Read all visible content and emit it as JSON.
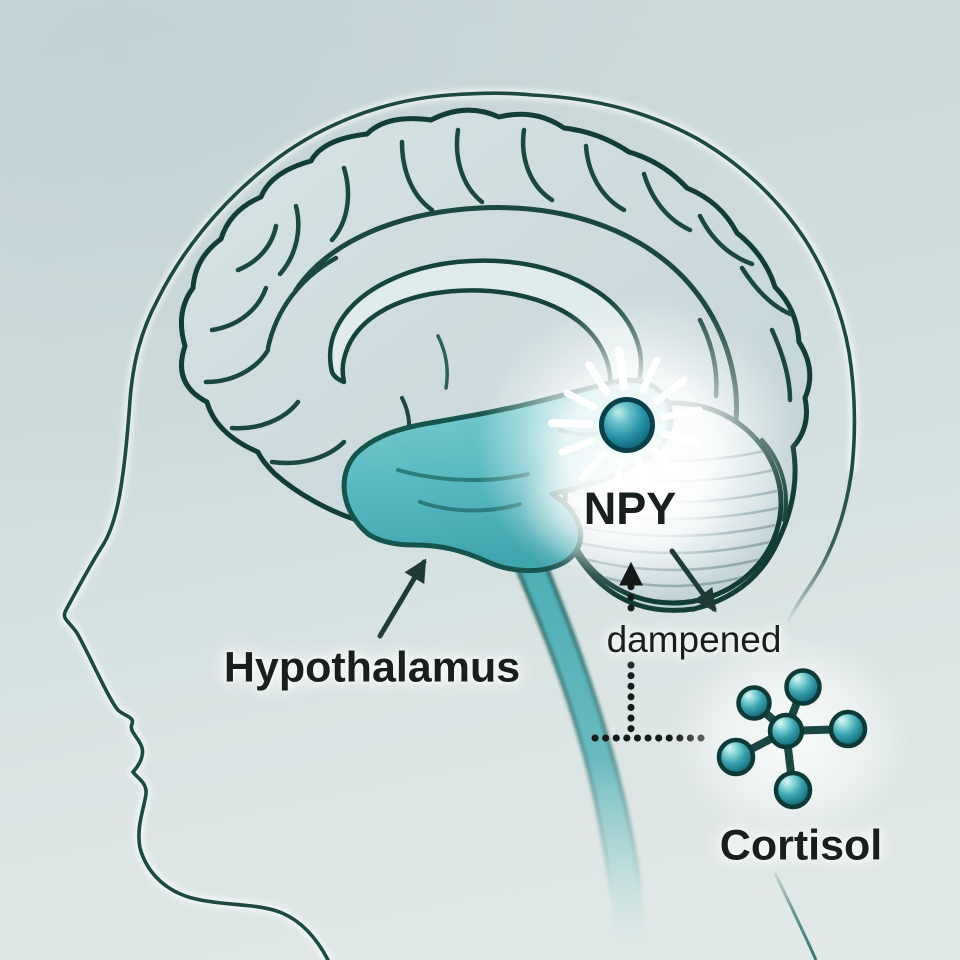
{
  "figure": {
    "type": "biomedical-pathway-illustration",
    "labels": {
      "npy": "NPY",
      "hypothalamus": "Hypothalamus",
      "dampened": "dampened",
      "cortisol": "Cortisol"
    },
    "icons": {
      "head": "head-profile-outline-icon",
      "brain": "brain-sagittal-icon",
      "npy_neuron": "npy-glowing-neuron-icon",
      "cortisol_molecule": "cortisol-molecule-icon",
      "feedback_arrow_up": "dotted-up-arrow-icon",
      "dampened_arrow": "down-right-arrow-icon",
      "hypothalamus_arrow": "up-right-arrow-icon",
      "connector": "dotted-connector-line"
    },
    "colors": {
      "background_top": "#c9d7d9",
      "background_bottom": "#e2eae8",
      "outline_dark_teal": "#1c4a41",
      "brain_fill": "#ccdadd",
      "highlight_teal": "#55b7bf",
      "sphere_teal": "#2e9dac",
      "ray_white": "#ffffff",
      "label_text": "#191f1d",
      "dot_black": "#151a19"
    }
  }
}
